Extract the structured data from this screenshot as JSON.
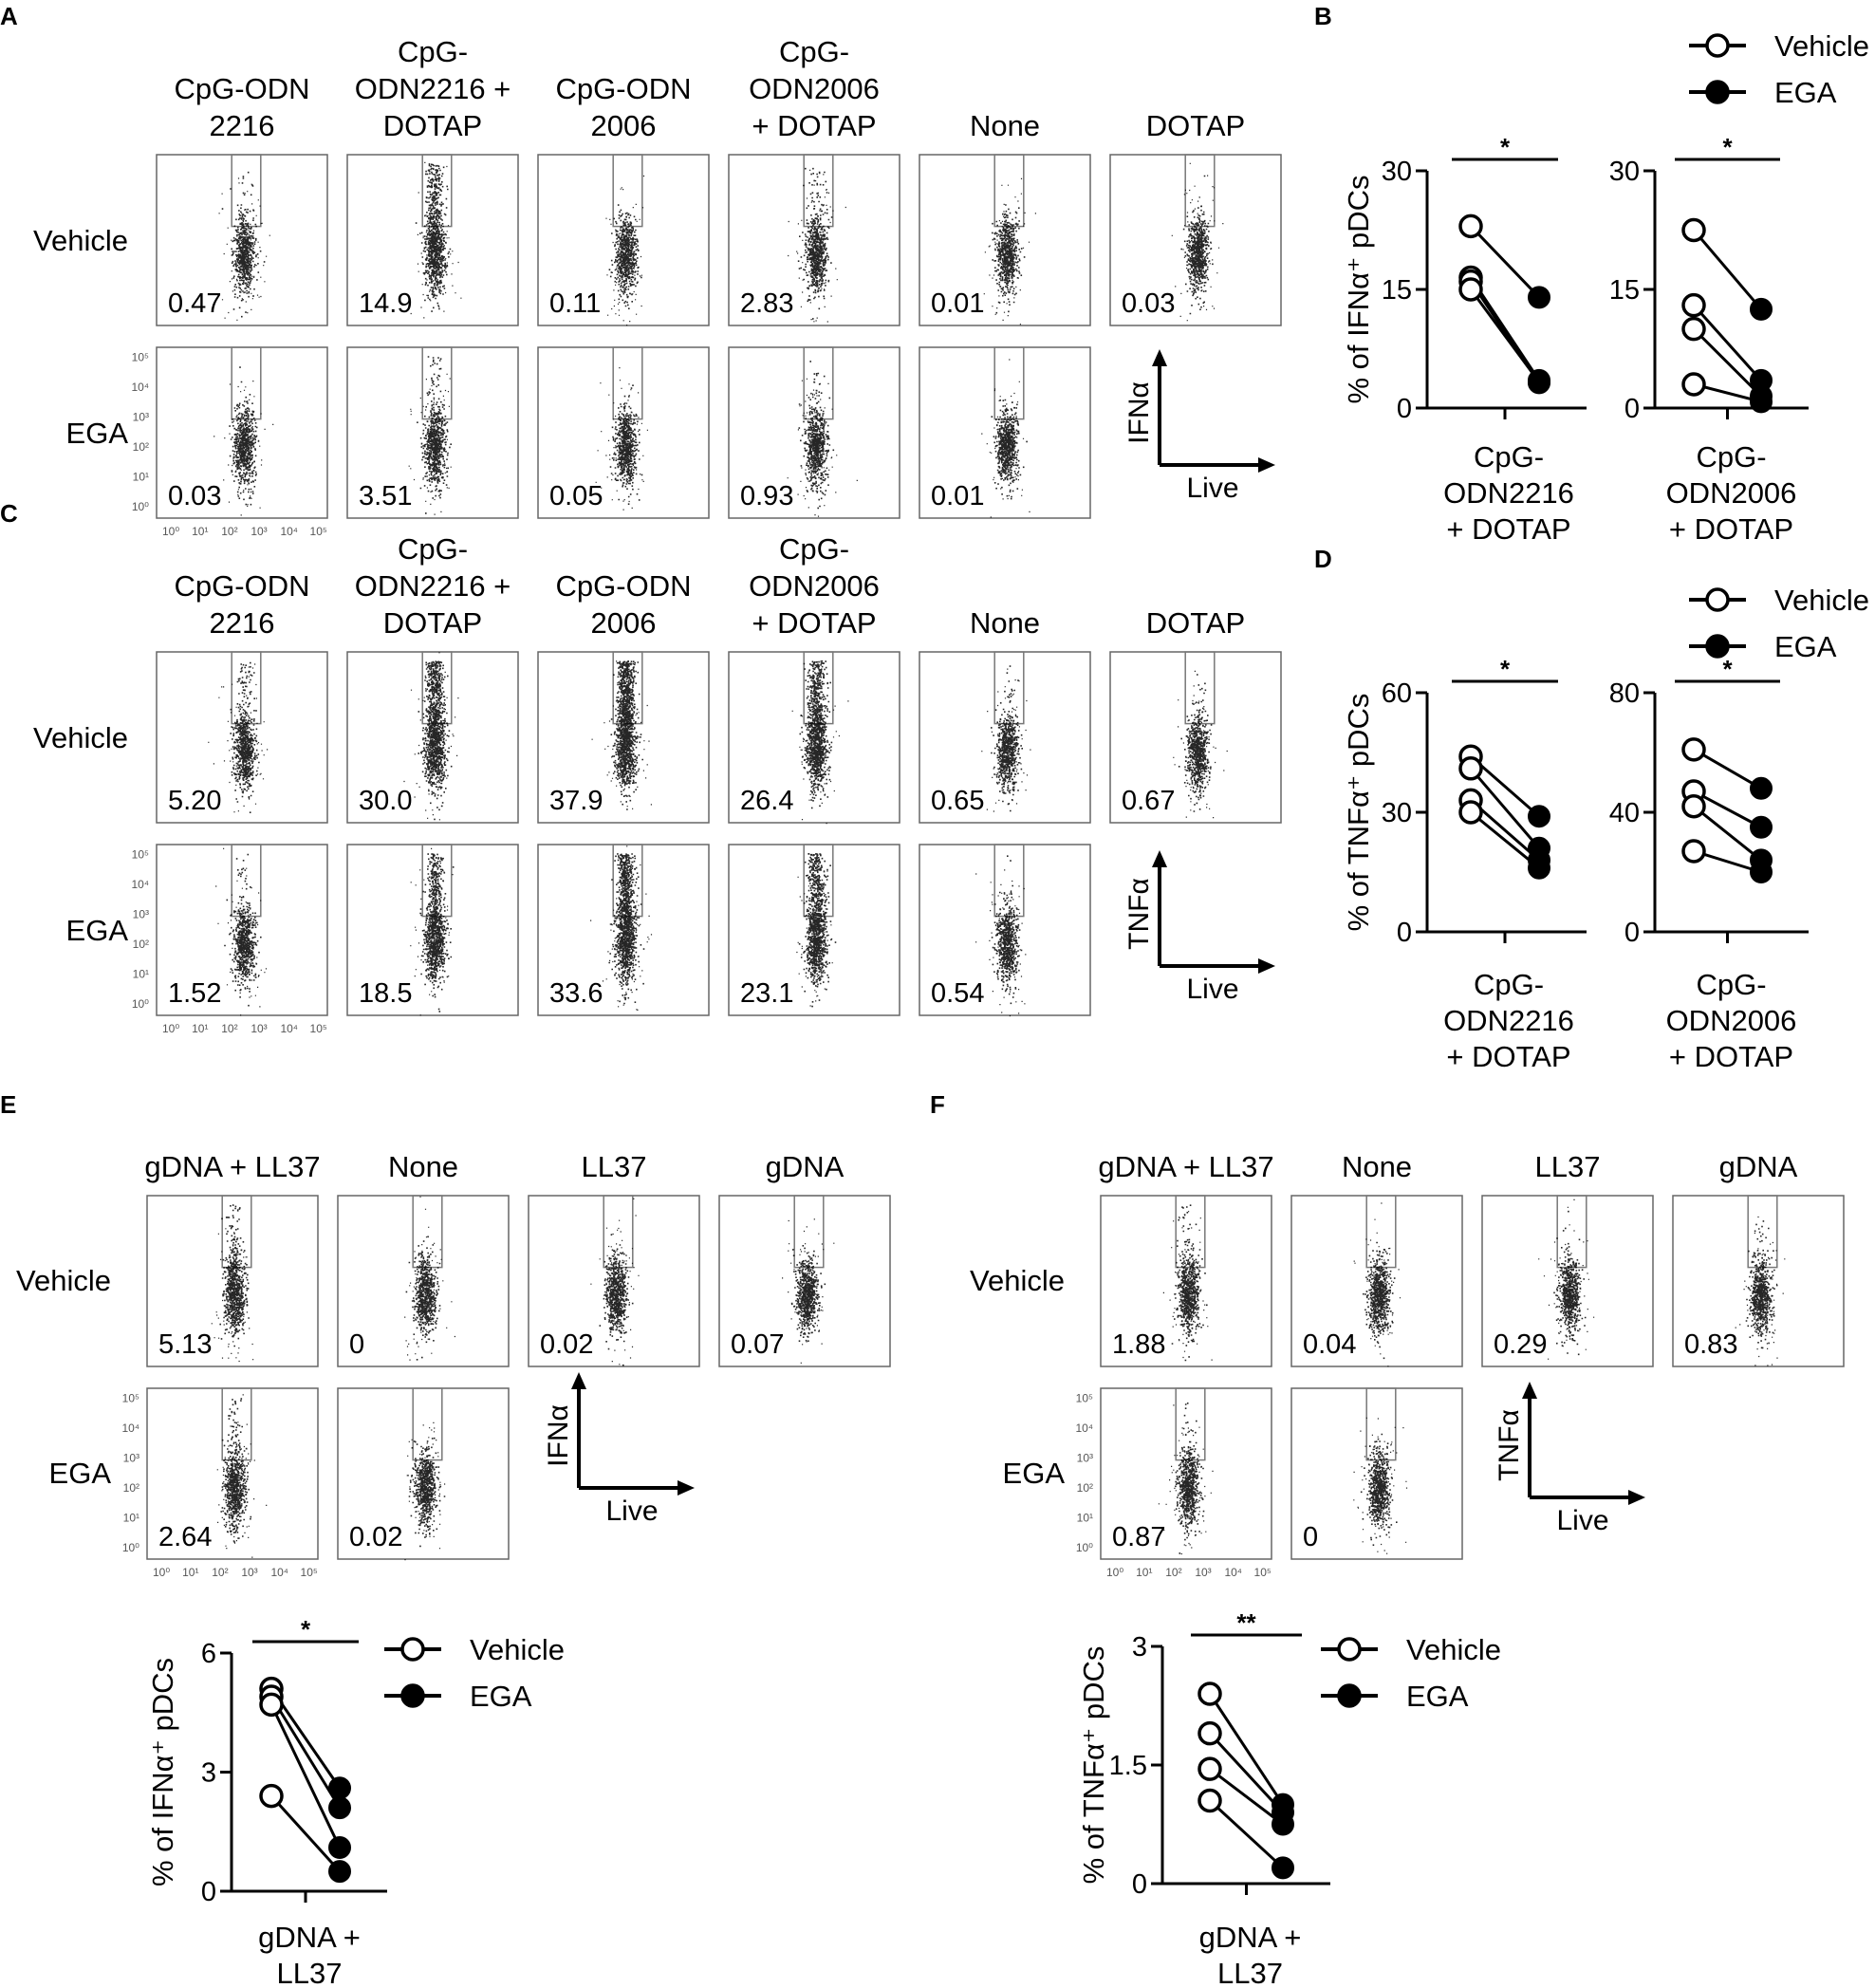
{
  "panels": {
    "A": {
      "letter": "A",
      "columns": [
        "CpG-ODN\n2216",
        "CpG-\nODN2216 +\nDOTAP",
        "CpG-ODN\n2006",
        "CpG-\nODN2006\n+ DOTAP",
        "None",
        "DOTAP"
      ],
      "rows": [
        "Vehicle",
        "EGA"
      ],
      "values": [
        [
          "0.47",
          "14.9",
          "0.11",
          "2.83",
          "0.01",
          "0.03"
        ],
        [
          "0.03",
          "3.51",
          "0.05",
          "0.93",
          "0.01"
        ]
      ],
      "x_axis_label": "Live",
      "y_axis_label": "IFNα"
    },
    "C": {
      "letter": "C",
      "columns": [
        "CpG-ODN\n2216",
        "CpG-\nODN2216 +\nDOTAP",
        "CpG-ODN\n2006",
        "CpG-\nODN2006\n+ DOTAP",
        "None",
        "DOTAP"
      ],
      "rows": [
        "Vehicle",
        "EGA"
      ],
      "values": [
        [
          "5.20",
          "30.0",
          "37.9",
          "26.4",
          "0.65",
          "0.67"
        ],
        [
          "1.52",
          "18.5",
          "33.6",
          "23.1",
          "0.54"
        ]
      ],
      "x_axis_label": "Live",
      "y_axis_label": "TNFα"
    },
    "E": {
      "letter": "E",
      "columns": [
        "gDNA + LL37",
        "None",
        "LL37",
        "gDNA"
      ],
      "rows": [
        "Vehicle",
        "EGA"
      ],
      "values": [
        [
          "5.13",
          "0",
          "0.02",
          "0.07"
        ],
        [
          "2.64",
          "0.02"
        ]
      ],
      "x_axis_label": "Live",
      "y_axis_label": "IFNα"
    },
    "F": {
      "letter": "F",
      "columns": [
        "gDNA + LL37",
        "None",
        "LL37",
        "gDNA"
      ],
      "rows": [
        "Vehicle",
        "EGA"
      ],
      "values": [
        [
          "1.88",
          "0.04",
          "0.29",
          "0.83"
        ],
        [
          "0.87",
          "0"
        ]
      ],
      "x_axis_label": "Live",
      "y_axis_label": "TNFα"
    },
    "B": {
      "letter": "B"
    },
    "D": {
      "letter": "D"
    }
  },
  "flow_axis_ticks": [
    "10⁰",
    "10¹",
    "10²",
    "10³",
    "10⁴",
    "10⁵"
  ],
  "legend": {
    "open": "Vehicle",
    "filled": "EGA"
  },
  "colors": {
    "ink": "#000000",
    "box": "#777777",
    "dots": "#000000"
  },
  "chart_data": [
    {
      "id": "B1",
      "type": "scatter",
      "ylabel": "% of IFNα⁺ pDCs",
      "category": "CpG-\nODN2216\n+ DOTAP",
      "ylim": [
        0,
        30
      ],
      "yticks": [
        0,
        15,
        30
      ],
      "significance": "*",
      "series": [
        {
          "name": "Vehicle",
          "values": [
            23,
            16.5,
            16,
            15
          ]
        },
        {
          "name": "EGA",
          "values": [
            14,
            3.5,
            3.2,
            3.3
          ]
        }
      ]
    },
    {
      "id": "B2",
      "type": "scatter",
      "ylabel": "",
      "category": "CpG-\nODN2006\n+ DOTAP",
      "ylim": [
        0,
        30
      ],
      "yticks": [
        0,
        15,
        30
      ],
      "significance": "*",
      "series": [
        {
          "name": "Vehicle",
          "values": [
            22.5,
            13,
            10,
            3
          ]
        },
        {
          "name": "EGA",
          "values": [
            12.5,
            3.5,
            1.5,
            0.8
          ]
        }
      ]
    },
    {
      "id": "D1",
      "type": "scatter",
      "ylabel": "% of TNFα⁺ pDCs",
      "category": "CpG-\nODN2216\n+ DOTAP",
      "ylim": [
        0,
        60
      ],
      "yticks": [
        0,
        30,
        60
      ],
      "significance": "*",
      "series": [
        {
          "name": "Vehicle",
          "values": [
            44,
            41,
            33,
            30
          ]
        },
        {
          "name": "EGA",
          "values": [
            29,
            21,
            18,
            16
          ]
        }
      ]
    },
    {
      "id": "D2",
      "type": "scatter",
      "ylabel": "",
      "category": "CpG-\nODN2006\n+ DOTAP",
      "ylim": [
        0,
        80
      ],
      "yticks": [
        0,
        40,
        80
      ],
      "significance": "*",
      "series": [
        {
          "name": "Vehicle",
          "values": [
            61,
            47,
            42,
            27
          ]
        },
        {
          "name": "EGA",
          "values": [
            48,
            35,
            24,
            20
          ]
        }
      ]
    },
    {
      "id": "E_bottom",
      "type": "scatter",
      "ylabel": "% of  IFNα⁺ pDCs",
      "category": "gDNA +\nLL37",
      "ylim": [
        0,
        6
      ],
      "yticks": [
        0,
        3,
        6
      ],
      "significance": "*",
      "series": [
        {
          "name": "Vehicle",
          "values": [
            5.1,
            4.9,
            4.7,
            2.4
          ]
        },
        {
          "name": "EGA",
          "values": [
            2.6,
            2.1,
            1.1,
            0.5
          ]
        }
      ]
    },
    {
      "id": "F_bottom",
      "type": "scatter",
      "ylabel": "% of TNFα⁺ pDCs",
      "category": "gDNA +\nLL37",
      "ylim": [
        0,
        3
      ],
      "yticks": [
        0,
        1.5,
        3
      ],
      "ytick_labels": [
        "0",
        "1.5",
        "3"
      ],
      "significance": "**",
      "series": [
        {
          "name": "Vehicle",
          "values": [
            2.4,
            1.9,
            1.45,
            1.05
          ]
        },
        {
          "name": "EGA",
          "values": [
            1.0,
            0.9,
            0.75,
            0.2
          ]
        }
      ]
    }
  ]
}
